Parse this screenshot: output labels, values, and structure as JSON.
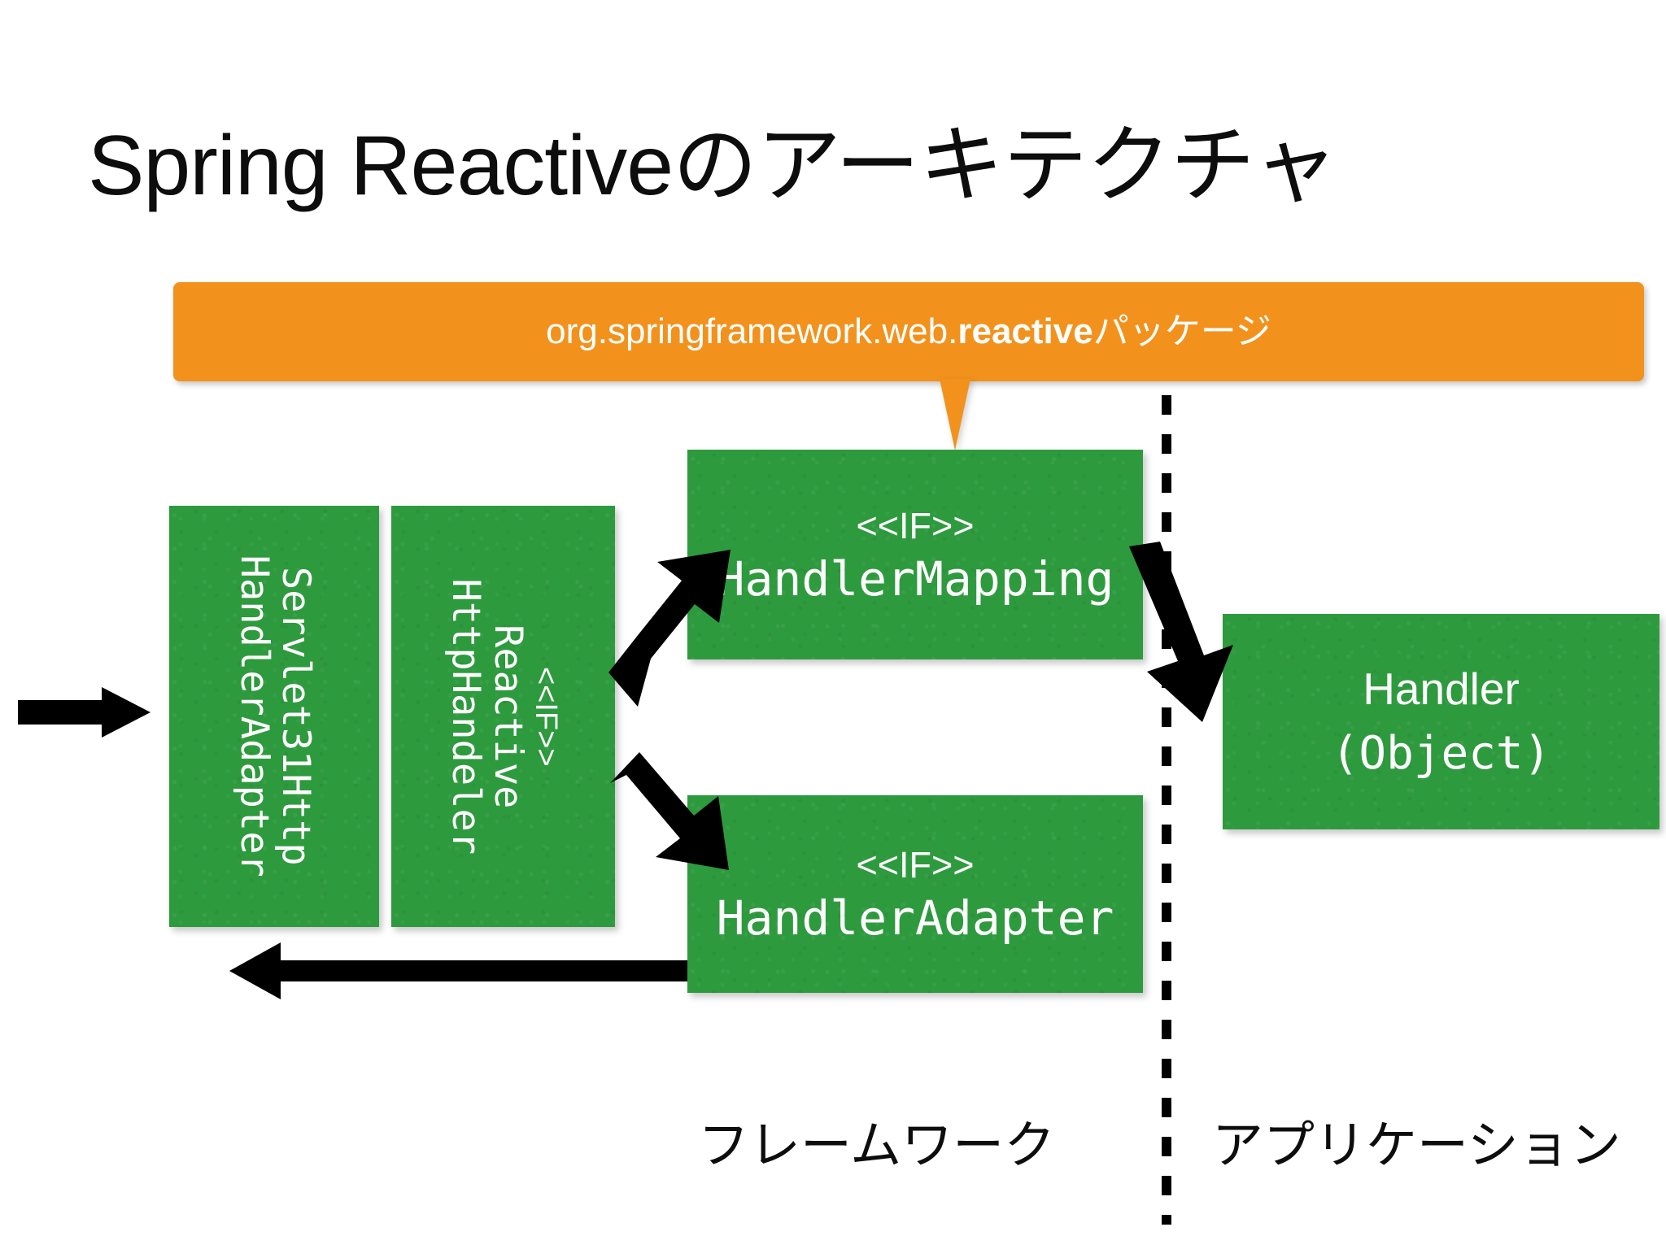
{
  "slide": {
    "title": "Spring Reactiveのアーキテクチャ",
    "background_color": "#FFFFFF"
  },
  "callout": {
    "text_prefix": "org.springframework.web.",
    "text_bold": "reactive",
    "text_suffix": "パッケージ",
    "full_text": "org.springframework.web.reactiveパッケージ",
    "background_color": "#F2921D",
    "text_color": "#FFFFFF",
    "points_to": "HandlerMapping"
  },
  "diagram": {
    "box_color": "#2E9A3E",
    "box_text_color": "#FFFFFF",
    "boxes": [
      {
        "id": "servlet31-http-handler-adapter",
        "orientation": "vertical",
        "stereotype": "",
        "lines": [
          "Servlet31Http",
          "HandlerAdapter"
        ],
        "name": "Servlet31HttpHandlerAdapter"
      },
      {
        "id": "reactive-http-handler",
        "orientation": "vertical",
        "stereotype": "<<IF>>",
        "lines": [
          "Reactive",
          "HttpHandeler"
        ],
        "name": "ReactiveHttpHandeler"
      },
      {
        "id": "handler-mapping",
        "orientation": "horizontal",
        "stereotype": "<<IF>>",
        "name": "HandlerMapping"
      },
      {
        "id": "handler-adapter",
        "orientation": "horizontal",
        "stereotype": "<<IF>>",
        "name": "HandlerAdapter"
      },
      {
        "id": "handler-object",
        "orientation": "horizontal",
        "stereotype": "Handler",
        "name": "(Object)"
      }
    ],
    "divider": {
      "style": "dashed",
      "color": "#000000",
      "left_label": "フレームワーク",
      "right_label": "アプリケーション"
    },
    "arrows": [
      {
        "id": "inbound-request",
        "from": "outside-left",
        "to": "servlet31-http-handler-adapter",
        "direction": "right"
      },
      {
        "id": "to-handler-mapping",
        "from": "reactive-http-handler",
        "to": "handler-mapping",
        "direction": "up-right"
      },
      {
        "id": "to-handler-adapter",
        "from": "reactive-http-handler",
        "to": "handler-adapter",
        "direction": "down-right"
      },
      {
        "id": "mapping-to-handler",
        "from": "handler-mapping",
        "to": "handler-object",
        "direction": "down-right"
      },
      {
        "id": "response-out",
        "from": "handler-adapter",
        "to": "outside-left",
        "direction": "left"
      }
    ]
  },
  "captions": {
    "framework": "フレームワーク",
    "application": "アプリケーション"
  }
}
